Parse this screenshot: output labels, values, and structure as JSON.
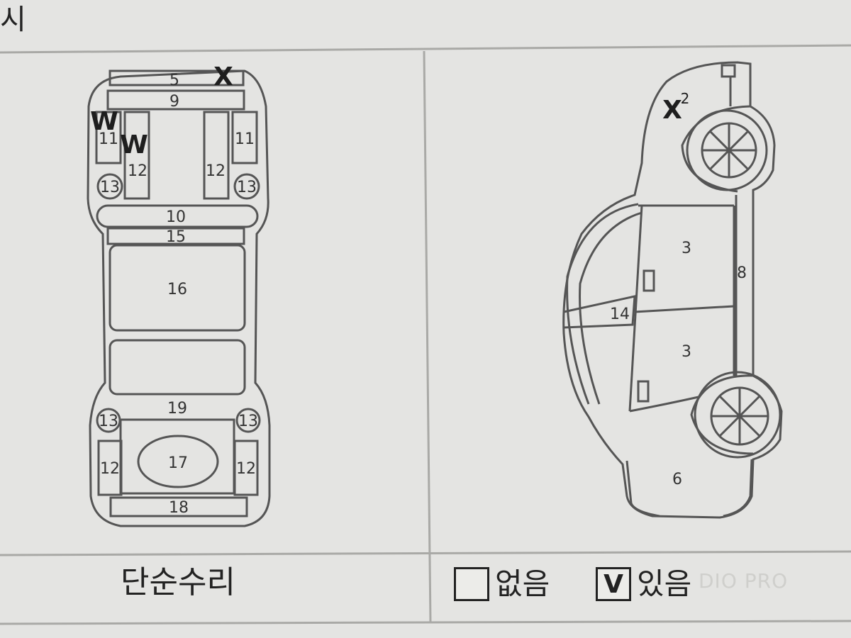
{
  "header": {
    "glyph": "시"
  },
  "top_view": {
    "parts": [
      {
        "id": "5",
        "label": "5"
      },
      {
        "id": "9",
        "label": "9"
      },
      {
        "id": "11-left",
        "label": "11"
      },
      {
        "id": "11-right",
        "label": "11"
      },
      {
        "id": "12-left",
        "label": "12"
      },
      {
        "id": "12-right",
        "label": "12"
      },
      {
        "id": "13-front-left",
        "label": "13"
      },
      {
        "id": "13-front-right",
        "label": "13"
      },
      {
        "id": "10",
        "label": "10"
      },
      {
        "id": "15",
        "label": "15"
      },
      {
        "id": "16",
        "label": "16"
      },
      {
        "id": "19",
        "label": "19"
      },
      {
        "id": "13-rear-left",
        "label": "13"
      },
      {
        "id": "13-rear-right",
        "label": "13"
      },
      {
        "id": "12-rear-left",
        "label": "12"
      },
      {
        "id": "12-rear-right",
        "label": "12"
      },
      {
        "id": "17",
        "label": "17"
      },
      {
        "id": "18",
        "label": "18"
      }
    ],
    "marks": [
      {
        "id": "x-5",
        "label": "X"
      },
      {
        "id": "w-11",
        "label": "W"
      },
      {
        "id": "w-12",
        "label": "W"
      }
    ]
  },
  "side_view": {
    "parts": [
      {
        "id": "3-upper",
        "label": "3"
      },
      {
        "id": "3-lower",
        "label": "3"
      },
      {
        "id": "8",
        "label": "8"
      },
      {
        "id": "14",
        "label": "14"
      },
      {
        "id": "6",
        "label": "6"
      }
    ],
    "marks": [
      {
        "id": "x2",
        "label": "X",
        "superscript": "2"
      }
    ]
  },
  "footer": {
    "left_label": "단순수리",
    "options": [
      {
        "label": "없음",
        "mark": "",
        "checked": false
      },
      {
        "label": "있음",
        "mark": "V",
        "checked": true
      }
    ],
    "watermark": "DIO PRO"
  }
}
